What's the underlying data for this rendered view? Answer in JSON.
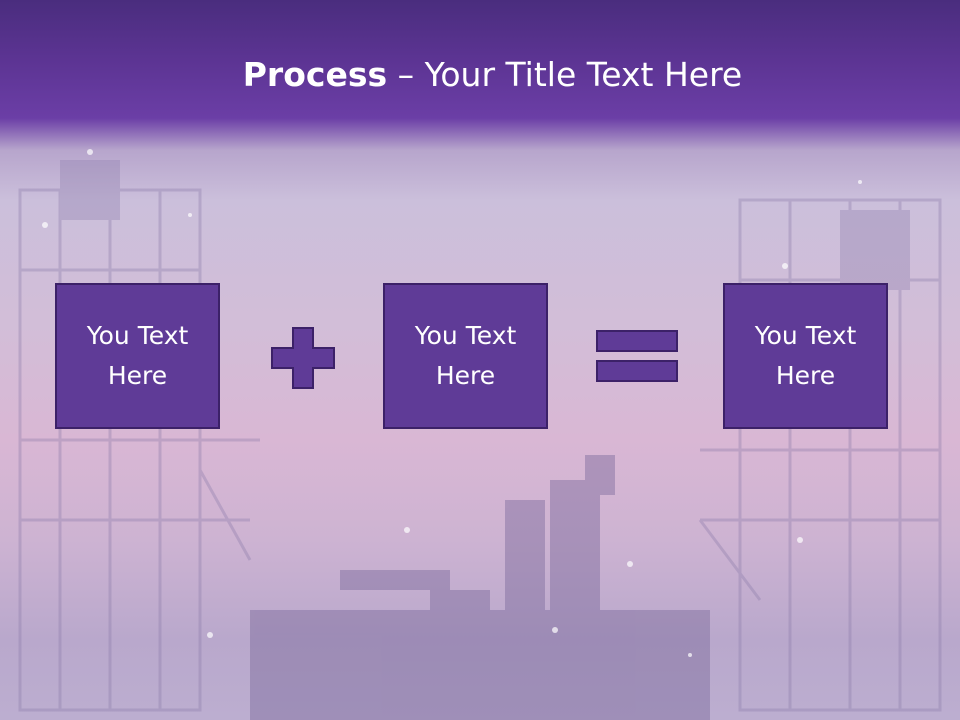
{
  "slide": {
    "title_bold": "Process",
    "title_rest": " – Your Title Text Here"
  },
  "process": {
    "box1": "You Text Here",
    "box2": "You Text Here",
    "box3": "You Text Here",
    "operator1_icon": "plus-icon",
    "operator2_icon": "equals-icon"
  },
  "colors": {
    "header": "#5c3493",
    "box_fill": "#5f3b97",
    "box_border": "#3c2168"
  }
}
